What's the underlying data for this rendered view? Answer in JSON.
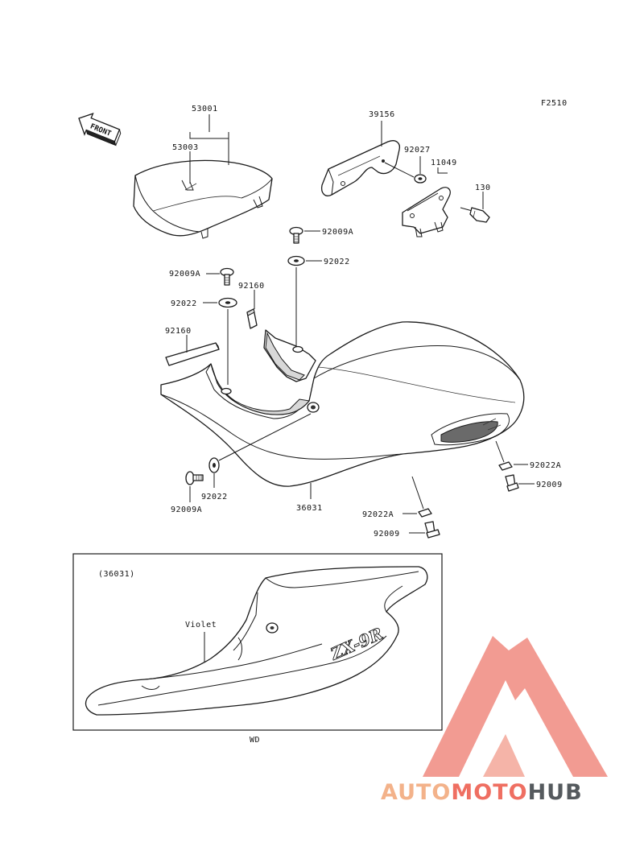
{
  "figure_code": "F2510",
  "front_arrow_label": "FRONT",
  "labels": {
    "p53001": "53001",
    "p53003": "53003",
    "p39156": "39156",
    "p92027": "92027",
    "p11049": "11049",
    "p130": "130",
    "p92009A_top": "92009A",
    "p92022_top": "92022",
    "p92009A_left": "92009A",
    "p92160_small": "92160",
    "p92022_left": "92022",
    "p92160_strip": "92160",
    "p92022A_right": "92022A",
    "p92009_right": "92009",
    "p92009A_bottom": "92009A",
    "p92022_bottom": "92022",
    "p36031": "36031",
    "p92022A_bottom": "92022A",
    "p92009_bottom": "92009"
  },
  "inset": {
    "ref": "(36031)",
    "color_label": "Violet",
    "badge": "ZX-9R"
  },
  "footer_code": "WD",
  "watermark": {
    "part1": "AUTO",
    "part2": "MOTO",
    "part3": "HUB",
    "color_light": "#f3b28a",
    "color_red": "#ef6f62",
    "color_gray": "#555a5e"
  }
}
